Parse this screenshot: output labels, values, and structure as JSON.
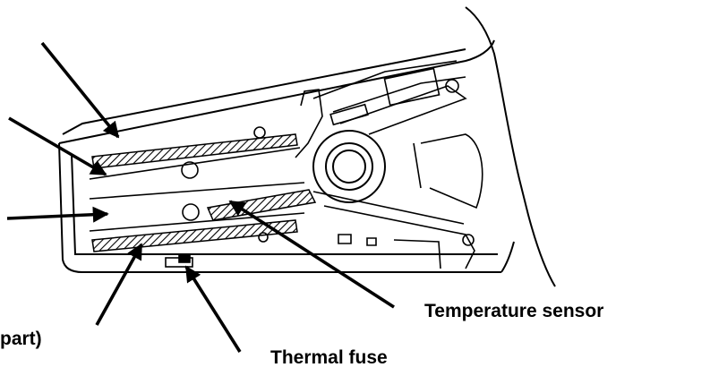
{
  "diagram": {
    "labels": {
      "temperature_sensor": "Temperature sensor",
      "thermal_fuse": "Thermal fuse",
      "cropped_label": "part)"
    },
    "colors": {
      "ink": "#000000",
      "background": "#ffffff"
    }
  }
}
